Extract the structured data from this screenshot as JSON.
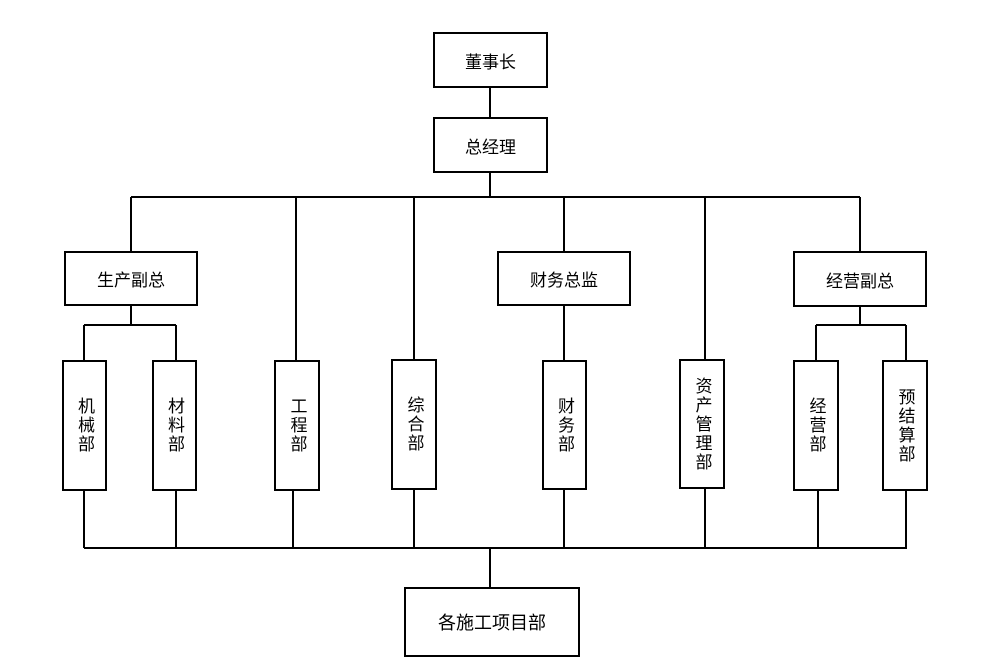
{
  "org_chart": {
    "chairman": "董事长",
    "general_manager": "总经理",
    "production_vp": "生产副总",
    "finance_director": "财务总监",
    "business_vp": "经营副总",
    "machinery_dept": "机械部",
    "materials_dept": "材料部",
    "engineering_dept": "工程部",
    "general_affairs_dept": "综合部",
    "finance_dept": "财务部",
    "asset_mgmt_dept": "资产管理部",
    "business_dept": "经营部",
    "budget_dept": "预结算部",
    "project_depts": "各施工项目部"
  }
}
